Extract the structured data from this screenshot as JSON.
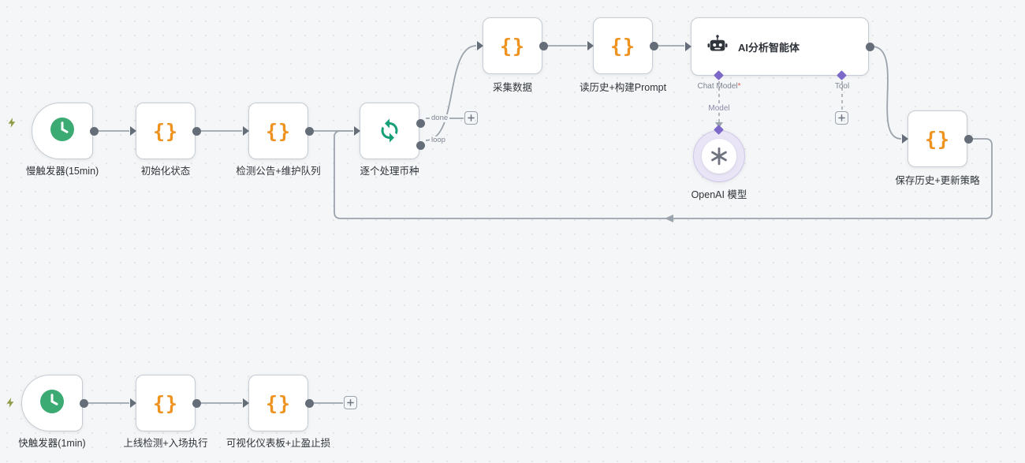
{
  "colors": {
    "canvas_bg": "#f5f6f7",
    "dot": "#e2e4e7",
    "node_bg": "#ffffff",
    "node_border": "#c6ccd4",
    "port": "#646d78",
    "edge": "#9ba3ac",
    "label": "#2e3339",
    "code_icon": "#ee9320",
    "trigger_icon": "#3cab73",
    "loop_icon": "#17a077",
    "robot": "#30353c",
    "diamond": "#7b68c8",
    "port_label": "#7d8591",
    "required": "#e0554d",
    "model_label": "#8d87a8",
    "openai_bg": "#e9e5f6",
    "openai_border": "#cfc8e8",
    "openai_logo": "#6f7480",
    "plus_border": "#9aa3ae",
    "plus_sign": "#6c7580",
    "bolt": "#8f9a45"
  },
  "icons": {
    "code_glyph": "{}"
  },
  "nodes": {
    "slow_trigger": {
      "label": "慢触发器(15min)"
    },
    "init_state": {
      "label": "初始化状态"
    },
    "detect_notice": {
      "label": "检测公告+维护队列"
    },
    "loop_coins": {
      "label": "逐个处理币种",
      "outputs": {
        "done": "done",
        "loop": "loop"
      }
    },
    "collect_data": {
      "label": "采集数据"
    },
    "build_prompt": {
      "label": "读历史+构建Prompt"
    },
    "ai_agent": {
      "label": "AI分析智能体",
      "ports": {
        "chat_model": "Chat Model",
        "required_mark": "*",
        "tool": "Tool"
      },
      "edge_label": "Model"
    },
    "openai_model": {
      "label": "OpenAI 模型"
    },
    "save_history": {
      "label": "保存历史+更新策略"
    },
    "fast_trigger": {
      "label": "快触发器(1min)"
    },
    "entry_exec": {
      "label": "上线检测+入场执行"
    },
    "dashboard": {
      "label": "可视化仪表板+止盈止损"
    }
  }
}
